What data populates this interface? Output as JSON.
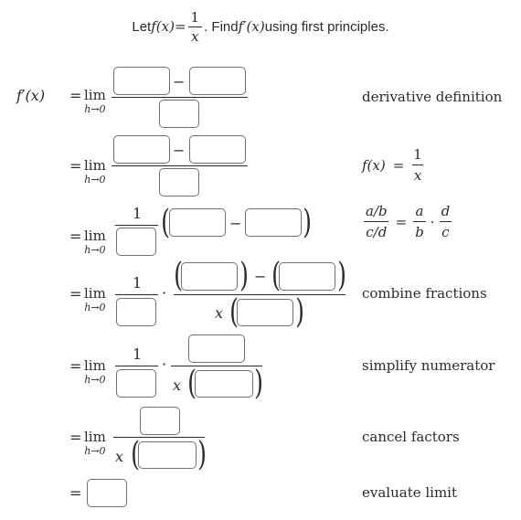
{
  "prompt": {
    "lead": "Let ",
    "fx": "f(x)",
    "eq": " = ",
    "num": "1",
    "den": "x",
    "tail_pre": ". Find ",
    "fprime": "f′(x)",
    "tail": " using first principles."
  },
  "lhs": "f′(x)",
  "eq_sign": "=",
  "lim_word": "lim",
  "lim_sub": "h→0",
  "minus": "−",
  "dot": "·",
  "one": "1",
  "x": "x",
  "annotations": {
    "row1": "derivative definition",
    "row2_lhs": "f(x)",
    "row2_eq": "=",
    "row2_num": "1",
    "row2_den": "x",
    "row3_n1": "a/b",
    "row3_d1": "c/d",
    "row3_eq": "=",
    "row3_n2": "a",
    "row3_d2": "b",
    "row3_dot": "·",
    "row3_n3": "d",
    "row3_d3": "c",
    "row4": "combine fractions",
    "row5": "simplify numerator",
    "row6": "cancel factors",
    "row7": "evaluate limit"
  }
}
